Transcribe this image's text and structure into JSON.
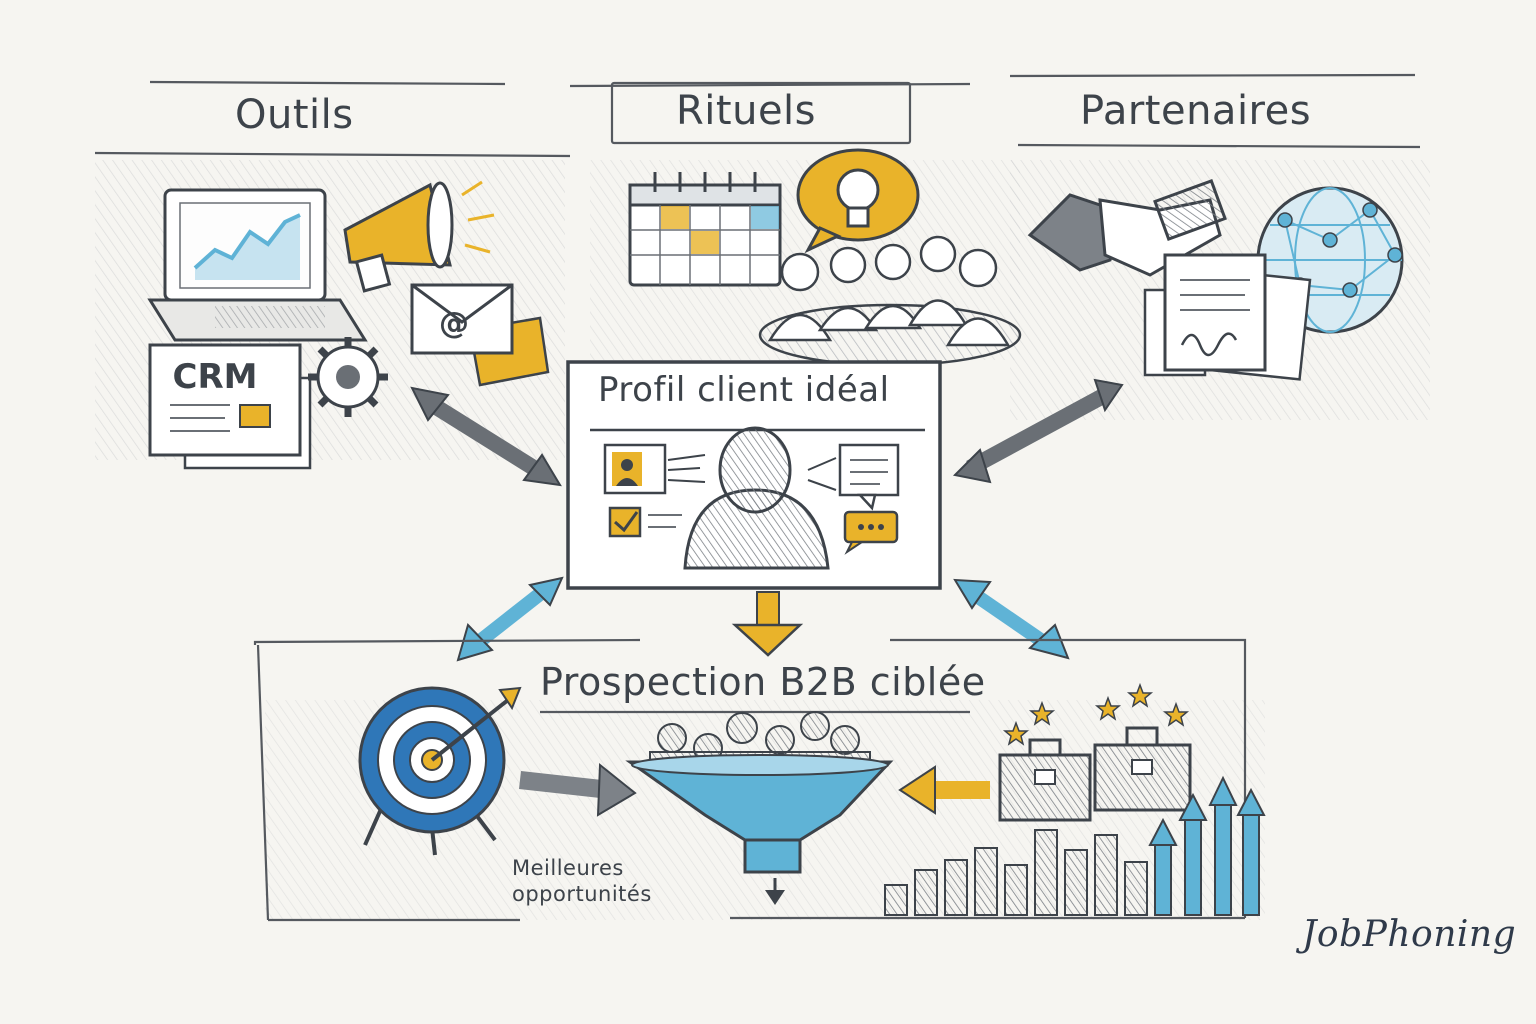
{
  "sections": {
    "outils": {
      "title": "Outils",
      "icons": [
        "laptop-chart-icon",
        "megaphone-icon",
        "email-icon",
        "crm-document-icon",
        "gear-icon"
      ]
    },
    "rituels": {
      "title": "Rituels",
      "icons": [
        "calendar-icon",
        "lightbulb-bubble-icon",
        "team-meeting-icon"
      ]
    },
    "partenaires": {
      "title": "Partenaires",
      "icons": [
        "handshake-icon",
        "contract-icon",
        "globe-network-icon"
      ]
    }
  },
  "crm_label": "CRM",
  "email_symbol": "@",
  "center_box": {
    "title": "Profil client idéal",
    "icons": [
      "id-card-icon",
      "checkbox-icon",
      "person-silhouette-icon",
      "speech-bubble-icon",
      "chat-dots-icon"
    ]
  },
  "prospection": {
    "title": "Prospection B2B ciblée",
    "note_line1": "Meilleures",
    "note_line2": "opportunités",
    "icons": [
      "target-icon",
      "funnel-icon",
      "briefcases-icon",
      "growth-chart-icon",
      "stars-icon"
    ]
  },
  "brand": "JobPhoning",
  "colors": {
    "accent_yellow": "#e9b32a",
    "accent_blue": "#5fb3d6",
    "ink": "#3d434a",
    "paper": "#f6f5f1"
  }
}
